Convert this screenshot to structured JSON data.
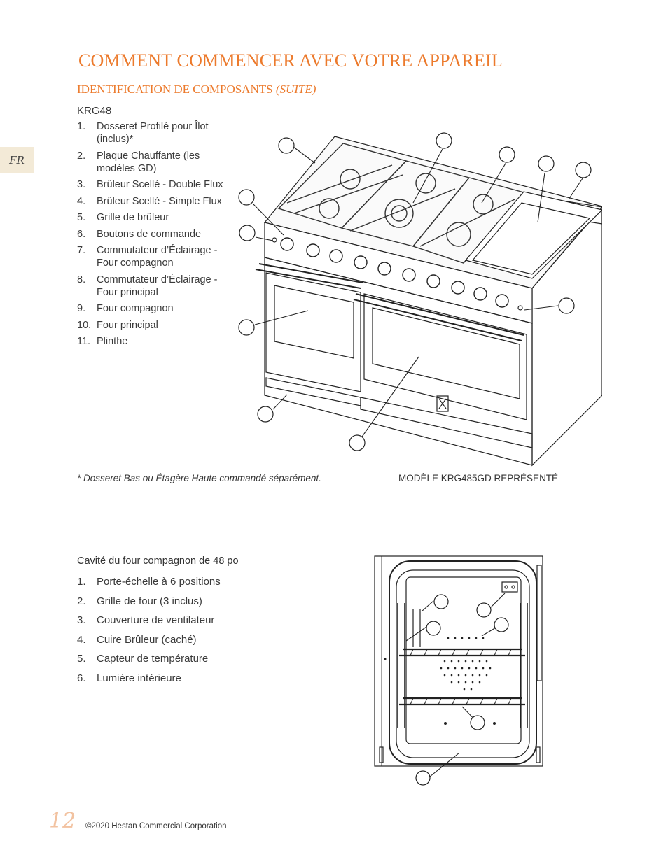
{
  "sidebar": {
    "lang_label": "FR"
  },
  "header": {
    "title": "COMMENT COMMENCER AVEC VOTRE APPAREIL"
  },
  "section": {
    "title": "IDENTIFICATION DE COMPOSANTS",
    "title_suffix": "(SUITE)"
  },
  "range": {
    "model": "KRG48",
    "items": [
      {
        "num": "1.",
        "label": "Dosseret Profilé pour Îlot (inclus)*"
      },
      {
        "num": "2.",
        "label": "Plaque Chauffante (les modèles GD)"
      },
      {
        "num": "3.",
        "label": "Brûleur Scellé - Double Flux"
      },
      {
        "num": "4.",
        "label": "Brûleur Scellé - Simple Flux"
      },
      {
        "num": "5.",
        "label": "Grille de brûleur"
      },
      {
        "num": "6.",
        "label": "Boutons de commande"
      },
      {
        "num": "7.",
        "label": "Commutateur d’Éclairage - Four compagnon"
      },
      {
        "num": "8.",
        "label": "Commutateur d’Éclairage - Four principal"
      },
      {
        "num": "9.",
        "label": "Four compagnon"
      },
      {
        "num": "10.",
        "label": "Four principal"
      },
      {
        "num": "11.",
        "label": "Plinthe"
      }
    ],
    "footnote": "* Dosseret Bas ou Étagère Haute commandé séparément.",
    "model_shown": "MODÈLE KRG485GD REPRÉSENTÉ"
  },
  "cavity": {
    "title": "Cavité du four compagnon de 48 po",
    "items": [
      {
        "num": "1.",
        "label": "Porte-échelle à 6 positions"
      },
      {
        "num": "2.",
        "label": "Grille de four (3 inclus)"
      },
      {
        "num": "3.",
        "label": "Couverture de ventilateur"
      },
      {
        "num": "4.",
        "label": "Cuire Brûleur (caché)"
      },
      {
        "num": "5.",
        "label": "Capteur de température"
      },
      {
        "num": "6.",
        "label": "Lumière intérieure"
      }
    ]
  },
  "footer": {
    "page_number": "12",
    "copyright": "©2020 Hestan Commercial Corporation"
  },
  "colors": {
    "accent": "#ec7a2c",
    "tab_bg": "#f3ead7",
    "page_number": "#f2c2a0"
  }
}
